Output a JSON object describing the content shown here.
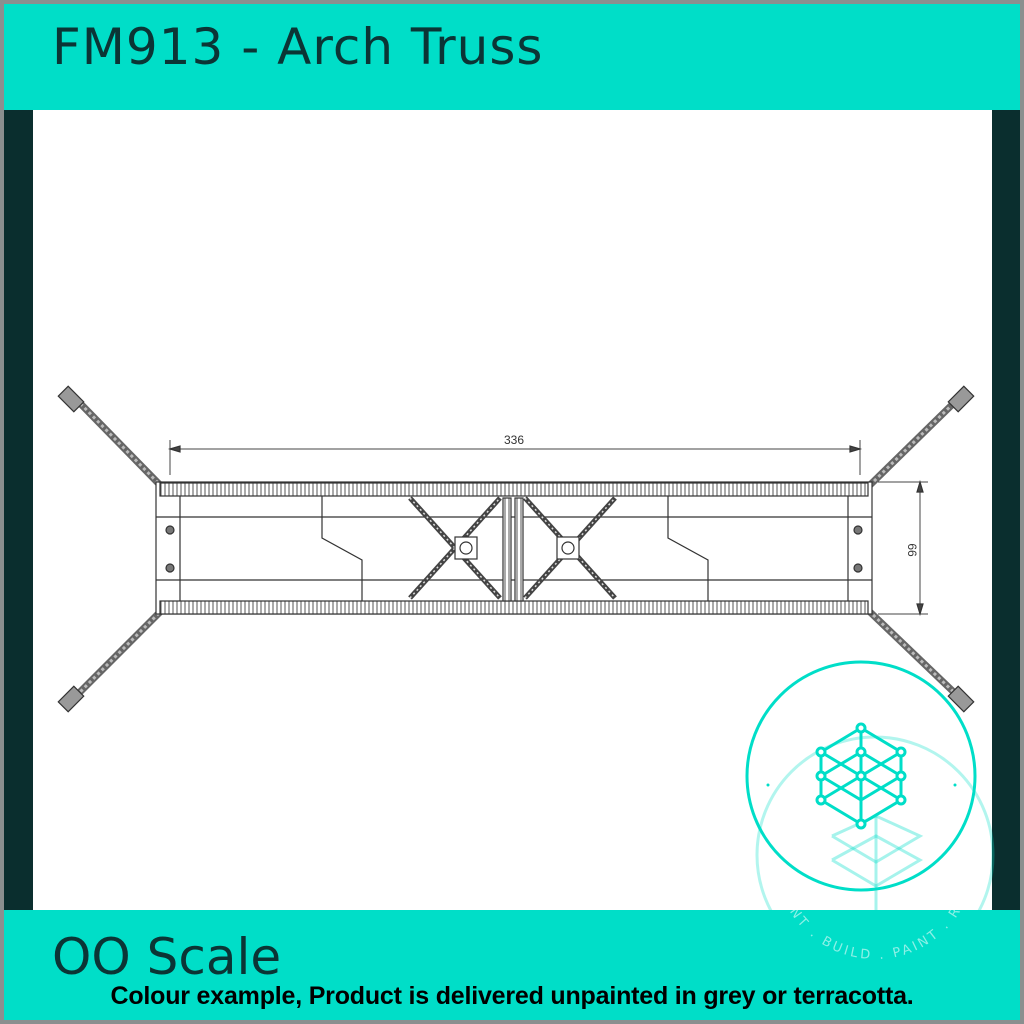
{
  "header": {
    "title": "FM913 - Arch Truss"
  },
  "drawing": {
    "length_dimension": "336",
    "width_dimension": "66"
  },
  "footer": {
    "scale": "OO  Scale",
    "note": "Colour example, Product is delivered unpainted in grey or terracotta."
  },
  "logo": {
    "ring_text": "PRINT . BUILD . PAINT . REPEAT"
  },
  "colors": {
    "brand": "#00dec8",
    "dark": "#0a2e2e",
    "text": "#0b3535"
  }
}
